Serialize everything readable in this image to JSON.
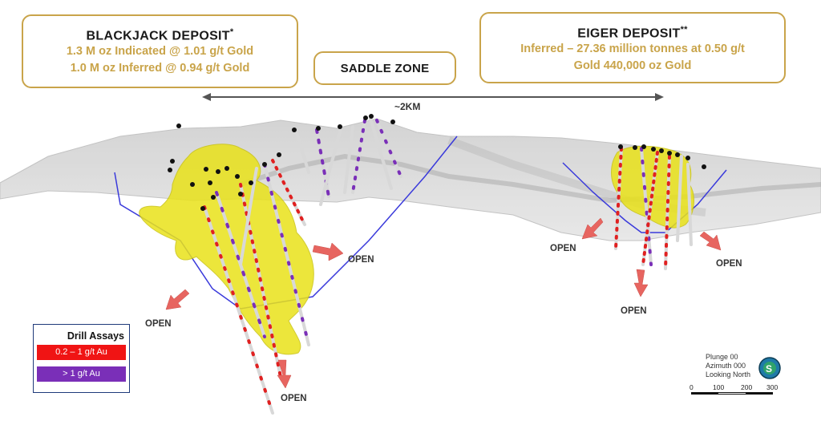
{
  "blackjack": {
    "title": "BLACKJACK DEPOSIT",
    "mark": "*",
    "line1": "1.3 M oz Indicated @ 1.01 g/t Gold",
    "line2": "1.0 M oz Inferred @ 0.94 g/t Gold"
  },
  "eiger": {
    "title": "EIGER DEPOSIT",
    "mark": "**",
    "line1": "Inferred – 27.36 million tonnes at 0.50 g/t",
    "line2": "Gold 440,000 oz Gold"
  },
  "saddle": {
    "title": "SADDLE ZONE"
  },
  "distance": "~2KM",
  "open_labels": [
    "OPEN",
    "OPEN",
    "OPEN",
    "OPEN",
    "OPEN",
    "OPEN"
  ],
  "legend": {
    "title": "Drill Assays",
    "items": [
      {
        "label": "0.2 – 1 g/t Au",
        "color": "#f01414"
      },
      {
        "label": "> 1 g/t Au",
        "color": "#7a2fb8"
      }
    ]
  },
  "info": {
    "plunge": "Plunge 00",
    "azimuth": "Azimuth 000",
    "looking": "Looking North"
  },
  "scale": {
    "ticks": [
      "0",
      "100",
      "200",
      "300"
    ]
  },
  "colors": {
    "gold_border": "#c9a44a",
    "ore_body": "#e9e219",
    "pit": "#3a3adb",
    "arrow": "#e76560"
  }
}
